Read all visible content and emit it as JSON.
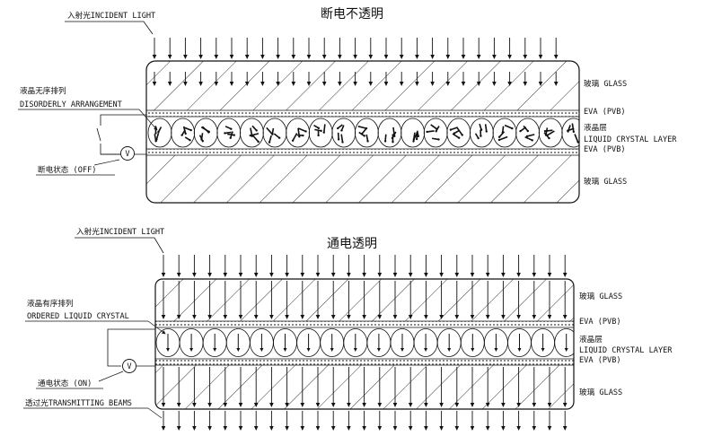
{
  "panel_off": {
    "title": "断电不透明",
    "incident_light": "入射光INCIDENT LIGHT",
    "disorder_cn": "液晶无序排列",
    "disorder_en": "DISORDERLY ARRANGEMENT",
    "state": "断电状态 (OFF)",
    "glass_top": "玻璃 GLASS",
    "eva_top": "EVA (PVB)",
    "lc_cn": "液晶层",
    "lc_en": "LIQUID CRYSTAL LAYER",
    "eva_bottom": "EVA (PVB)",
    "glass_bottom": "玻璃 GLASS",
    "voltmeter": "V"
  },
  "panel_on": {
    "title": "通电透明",
    "incident_light": "入射光INCIDENT LIGHT",
    "ordered_cn": "液晶有序排列",
    "ordered_en": "ORDERED LIQUID CRYSTAL",
    "state": "通电状态 (ON)",
    "transmit": "透过光TRANSMITTING BEAMS",
    "glass_top": "玻璃 GLASS",
    "eva_top": "EVA (PVB)",
    "lc_cn": "液晶层",
    "lc_en": "LIQUID CRYSTAL LAYER",
    "eva_bottom": "EVA (PVB)",
    "glass_bottom": "玻璃 GLASS",
    "voltmeter": "V"
  }
}
